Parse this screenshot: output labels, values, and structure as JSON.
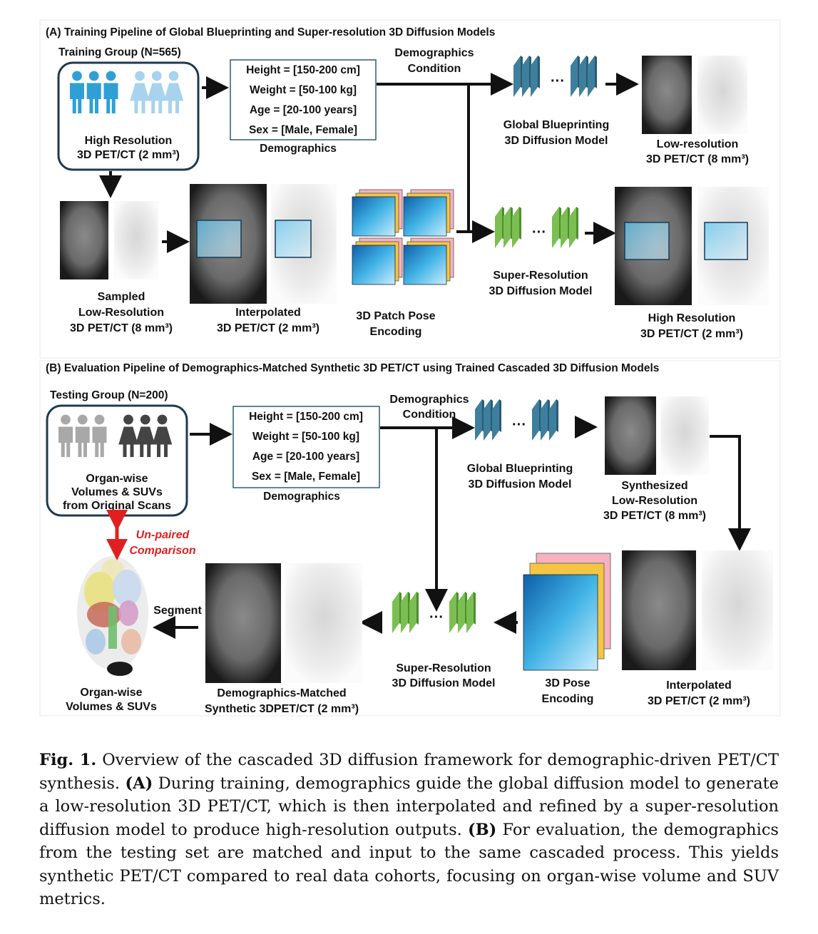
{
  "panel_a": {
    "title": "(A) Training Pipeline of Global Blueprinting and Super-resolution 3D Diffusion Models",
    "group_label": "Training Group (N=565)",
    "group_box_lines": [
      "High Resolution",
      "3D PET/CT (2 mm³)"
    ],
    "demographics_lines": [
      "Height = [150-200 cm]",
      "Weight = [50-100 kg]",
      "Age = [20-100 years]",
      "Sex = [Male, Female]"
    ],
    "demographics_label": "Demographics",
    "condition_lines": [
      "Demographics",
      "Condition"
    ],
    "global_model_lines": [
      "Global Blueprinting",
      "3D Diffusion Model"
    ],
    "low_res_lines": [
      "Low-resolution",
      "3D PET/CT (8 mm³)"
    ],
    "sampled_lines": [
      "Sampled",
      "Low-Resolution",
      "3D PET/CT (8 mm³)"
    ],
    "interpolated_lines": [
      "Interpolated",
      "3D PET/CT (2 mm³)"
    ],
    "patch_pose_lines": [
      "3D Patch Pose",
      "Encoding"
    ],
    "sr_model_lines": [
      "Super-Resolution",
      "3D Diffusion Model"
    ],
    "high_res_lines": [
      "High Resolution",
      "3D PET/CT (2 mm³)"
    ]
  },
  "panel_b": {
    "title": "(B) Evaluation Pipeline of Demographics-Matched Synthetic 3D PET/CT using Trained Cascaded 3D Diffusion Models",
    "group_label": "Testing Group (N=200)",
    "group_box_lines": [
      "Organ-wise",
      "Volumes & SUVs",
      "from Original Scans"
    ],
    "demographics_lines": [
      "Height = [150-200 cm]",
      "Weight = [50-100 kg]",
      "Age = [20-100 years]",
      "Sex = [Male, Female]"
    ],
    "demographics_label": "Demographics",
    "condition_lines": [
      "Demographics",
      "Condition"
    ],
    "global_model_lines": [
      "Global Blueprinting",
      "3D Diffusion Model"
    ],
    "synth_low_lines": [
      "Synthesized",
      "Low-Resolution",
      "3D PET/CT (8 mm³)"
    ],
    "interpolated_lines": [
      "Interpolated",
      "3D PET/CT (2 mm³)"
    ],
    "pose_lines": [
      "3D Pose",
      "Encoding"
    ],
    "sr_model_lines": [
      "Super-Resolution",
      "3D Diffusion Model"
    ],
    "matched_lines": [
      "Demographics-Matched",
      "Synthetic 3DPET/CT (2 mm³)"
    ],
    "segment_label": "Segment",
    "organ_lines": [
      "Organ-wise",
      "Volumes & SUVs"
    ],
    "unpaired_lines": [
      "Un-paired",
      "Comparison"
    ]
  },
  "colors": {
    "male": "#2f9fd6",
    "female": "#a7d3ee",
    "encoder": "#3f7f9e",
    "decoder": "#7bbf52",
    "unpaired": "#e02020",
    "patch_blue": "#2a9bd8",
    "patch_yellow": "#f4c542",
    "patch_pink": "#f5b3c0"
  },
  "caption": {
    "label": "Fig. 1.",
    "text1": " Overview of the cascaded 3D diffusion framework for demographic-driven PET/CT synthesis. ",
    "a_label": "(A)",
    "text2": " During training, demographics guide the global diffusion model to generate a low-resolution 3D PET/CT, which is then interpolated and refined by a super-resolution diffusion model to produce high-resolution outputs. ",
    "b_label": "(B)",
    "text3": " For evaluation, the demographics from the testing set are matched and input to the same cascaded process. This yields synthetic PET/CT compared to real data cohorts, focusing on organ-wise volume and SUV metrics."
  }
}
